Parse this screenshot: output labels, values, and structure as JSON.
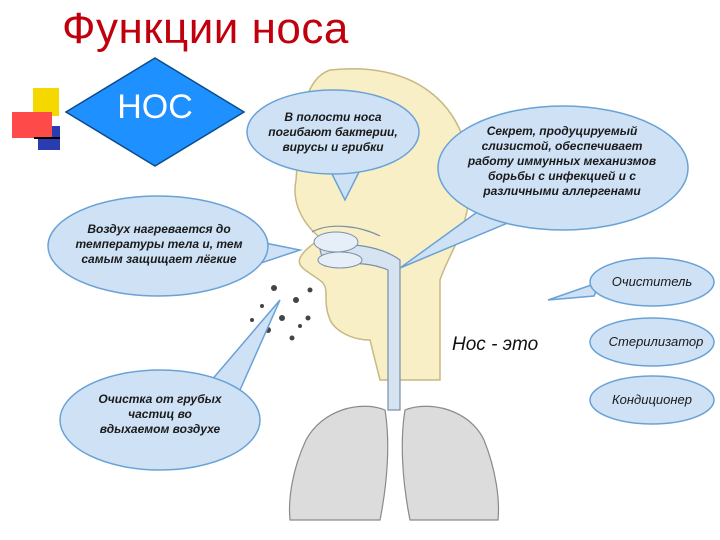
{
  "slide": {
    "title": "Функции носа",
    "diamond_label": "НОС",
    "bubbles": {
      "top_center": "В полости носа погибают бактерии, вирусы и грибки",
      "top_right": "Секрет, продуцируемый слизистой, обеспечивает работу иммунных механизмов борьбы с инфекцией и с различными аллергенами",
      "left_upper": "Воздух нагревается до температуры тела и, тем самым защищает лёгкие",
      "left_lower": "Очистка от грубых частиц во вдыхаемом воздухе"
    },
    "nose_is_label": "Нос - это",
    "functions": [
      "Очиститель",
      "Стерилизатор",
      "Кондиционер"
    ]
  },
  "colors": {
    "title": "#c0000c",
    "diamond": "#1e90ff",
    "bubble_fill": "#cfe1f5",
    "bubble_stroke": "#6aa2d6",
    "head_fill": "#f8efc6",
    "lung_fill": "#dcdcdc"
  }
}
